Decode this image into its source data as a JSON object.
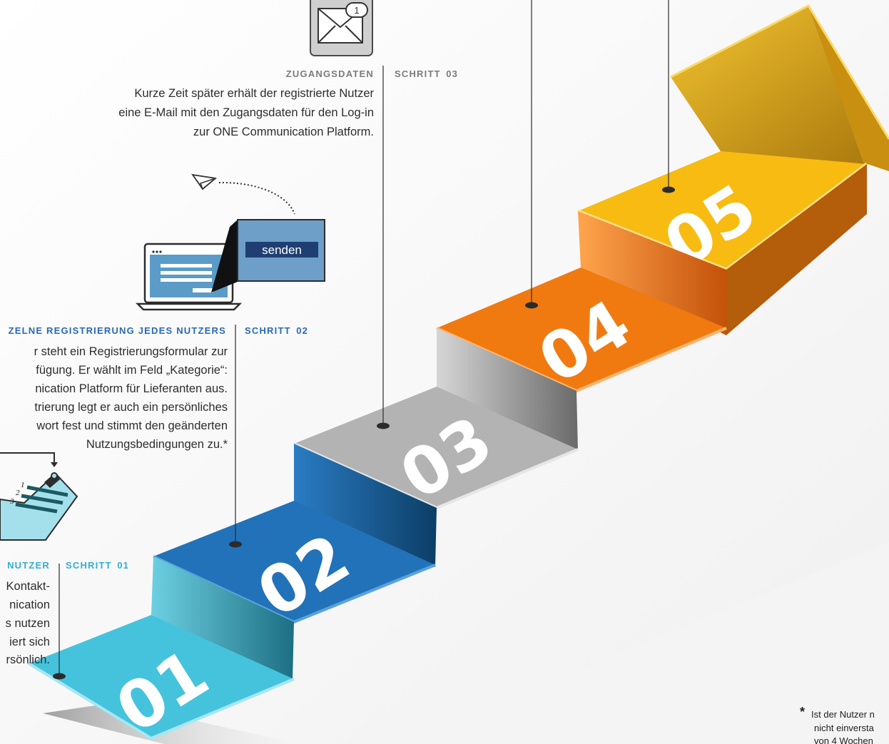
{
  "steps": [
    {
      "number": "01",
      "step_label": "SCHRITT",
      "step_num": "01",
      "caption": "NUTZER",
      "text": [
        "Kontakt-",
        "nication",
        "s nutzen",
        "iert sich",
        "rsönlich."
      ]
    },
    {
      "number": "02",
      "step_label": "SCHRITT",
      "step_num": "02",
      "caption": "ZELNE REGISTRIERUNG JEDES NUTZERS",
      "text": [
        "r steht ein Registrierungsformular zur",
        "fügung. Er wählt im Feld „Kategorie“:",
        "nication Platform für Lieferanten aus.",
        "trierung legt er auch ein persönliches",
        "wort fest und stimmt den geänderten",
        "Nutzungsbedingungen zu.*"
      ]
    },
    {
      "number": "03",
      "step_label": "SCHRITT",
      "step_num": "03",
      "caption": "ZUGANGSDATEN",
      "text": [
        "Kurze Zeit später erhält der registrierte Nutzer",
        "eine E-Mail mit den Zugangsdaten für den Log-in",
        "zur ONE Communication Platform."
      ]
    },
    {
      "number": "04"
    },
    {
      "number": "05"
    }
  ],
  "send_button_label": "senden",
  "mail_badge_count": "1",
  "checklist_numbers": [
    "1",
    "2",
    "3"
  ],
  "footnote": {
    "marker": "*",
    "lines": [
      "Ist der Nutzer n",
      "nicht einversta",
      "von 4 Wochen"
    ]
  },
  "icons": {
    "envelope": "mail-envelope-icon",
    "paper_plane": "paper-plane-icon",
    "laptop": "laptop-form-icon",
    "clipboard": "clipboard-checklist-icon"
  },
  "colors": {
    "step1": "#45c3dc",
    "step2": "#2272b9",
    "step3": "#b3b3b3",
    "step4": "#f07a10",
    "step5": "#f7bb12",
    "arrow": "#e0a818",
    "caption_blue": "#2a6ab3",
    "caption_cyan": "#34aed0",
    "caption_gray": "#7c7c7c"
  }
}
